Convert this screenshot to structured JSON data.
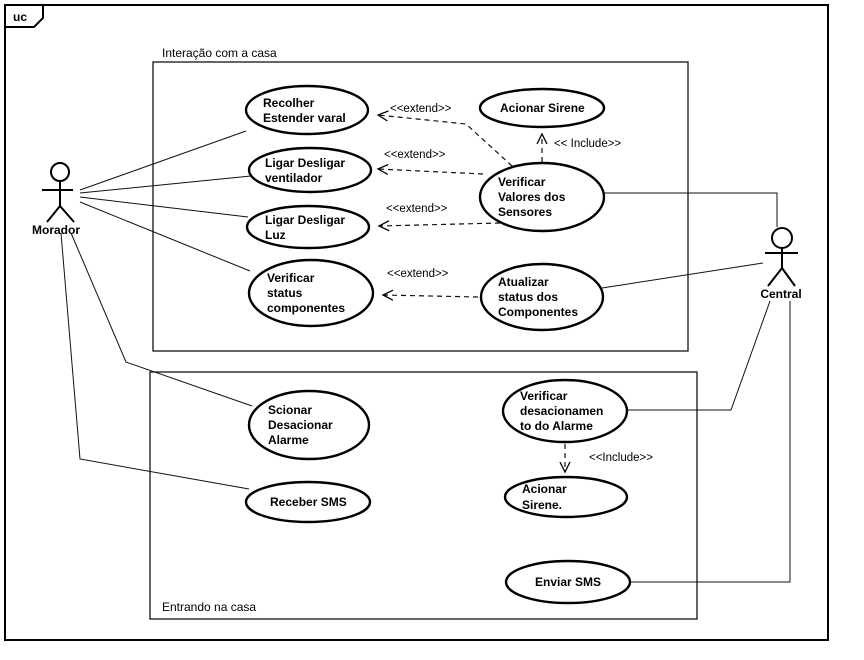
{
  "frame": {
    "tag": "uc"
  },
  "containers": [
    {
      "id": "interacao",
      "label": "Interação com a casa"
    },
    {
      "id": "entrando",
      "label": "Entrando na casa"
    }
  ],
  "actors": [
    {
      "id": "morador",
      "label": "Morador"
    },
    {
      "id": "central",
      "label": "Central"
    }
  ],
  "usecases": [
    {
      "id": "recolher-estender-varal",
      "lines": [
        "Recolher",
        "Estender varal"
      ]
    },
    {
      "id": "ligar-desligar-ventilador",
      "lines": [
        "Ligar Desligar",
        "ventilador"
      ]
    },
    {
      "id": "ligar-desligar-luz",
      "lines": [
        "Ligar Desligar",
        "Luz"
      ]
    },
    {
      "id": "verificar-status-componentes",
      "lines": [
        "Verificar",
        "status",
        "componentes"
      ]
    },
    {
      "id": "acionar-sirene-top",
      "lines": [
        "Acionar Sirene"
      ]
    },
    {
      "id": "verificar-valores-sensores",
      "lines": [
        "Verificar",
        "Valores dos",
        "Sensores"
      ]
    },
    {
      "id": "atualizar-status-componentes",
      "lines": [
        "Atualizar",
        "status dos",
        "Componentes"
      ]
    },
    {
      "id": "scionar-desacionar-alarme",
      "lines": [
        "Scionar",
        "Desacionar",
        "Alarme"
      ]
    },
    {
      "id": "receber-sms",
      "lines": [
        "Receber SMS"
      ]
    },
    {
      "id": "verificar-desacionamento-alarme",
      "lines": [
        "Verificar",
        "desacionamen",
        "to do Alarme"
      ]
    },
    {
      "id": "acionar-sirene-bottom",
      "lines": [
        "Acionar",
        "Sirene."
      ]
    },
    {
      "id": "enviar-sms",
      "lines": [
        "Enviar SMS"
      ]
    }
  ],
  "relationships": [
    {
      "type": "extend",
      "label": "<<extend>>",
      "from": "Verificar Valores dos Sensores",
      "to": "Recolher Estender varal"
    },
    {
      "type": "extend",
      "label": "<<extend>>",
      "from": "Verificar Valores dos Sensores",
      "to": "Ligar Desligar ventilador"
    },
    {
      "type": "extend",
      "label": "<<extend>>",
      "from": "Verificar Valores dos Sensores",
      "to": "Ligar Desligar Luz"
    },
    {
      "type": "extend",
      "label": "<<extend>>",
      "from": "Atualizar status dos Componentes",
      "to": "Verificar status componentes"
    },
    {
      "type": "include",
      "label": "<< Include>>",
      "from": "Verificar Valores dos Sensores",
      "to": "Acionar Sirene"
    },
    {
      "type": "include",
      "label": "<<Include>>",
      "from": "Verificar desacionamento do Alarme",
      "to": "Acionar Sirene."
    }
  ],
  "associations": [
    {
      "from": "Morador",
      "to": "Recolher Estender varal"
    },
    {
      "from": "Morador",
      "to": "Ligar Desligar ventilador"
    },
    {
      "from": "Morador",
      "to": "Ligar Desligar Luz"
    },
    {
      "from": "Morador",
      "to": "Verificar status componentes"
    },
    {
      "from": "Morador",
      "to": "Scionar Desacionar Alarme"
    },
    {
      "from": "Morador",
      "to": "Receber SMS"
    },
    {
      "from": "Verificar Valores dos Sensores",
      "to": "Central"
    },
    {
      "from": "Atualizar status dos Componentes",
      "to": "Central"
    },
    {
      "from": "Verificar desacionamento do Alarme",
      "to": "Central"
    },
    {
      "from": "Enviar SMS",
      "to": "Central"
    }
  ],
  "colors": {
    "background": "#ffffff",
    "stroke": "#000000"
  }
}
